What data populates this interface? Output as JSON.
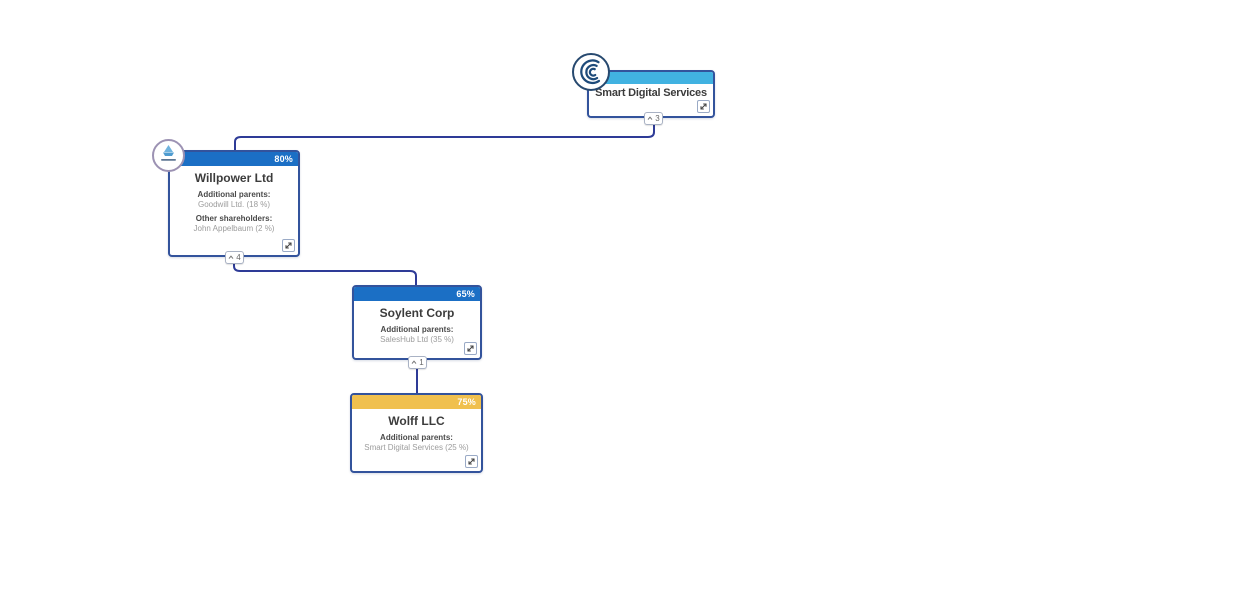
{
  "diagram": {
    "type": "ownership-structure-chart",
    "colors": {
      "header_sky_blue": "#41B2E1",
      "header_blue": "#1B6FC5",
      "header_gold": "#F0C04E",
      "node_border": "#33539C",
      "connector_line": "#2E3B97"
    },
    "icons": {
      "expand": "resize-diagonal-icon",
      "collapse": "chevron-up-icon",
      "smart_logo": "spiral-logo-icon",
      "willpower_logo": "ship-emblem-logo-icon"
    },
    "nodes": [
      {
        "title": "Smart Digital Services",
        "percent": "",
        "collapse_count": "3",
        "details": []
      },
      {
        "title": "Willpower Ltd",
        "percent": "80%",
        "collapse_count": "4",
        "details": [
          {
            "label": "Additional parents:",
            "value": "Goodwill Ltd. (18 %)"
          },
          {
            "label": "Other shareholders:",
            "value": "John Appelbaum (2 %)"
          }
        ]
      },
      {
        "title": "Soylent Corp",
        "percent": "65%",
        "collapse_count": "1",
        "details": [
          {
            "label": "Additional parents:",
            "value": "SalesHub Ltd (35 %)"
          }
        ]
      },
      {
        "title": "Wolff LLC",
        "percent": "75%",
        "details": [
          {
            "label": "Additional parents:",
            "value": "Smart Digital Services (25 %)"
          }
        ]
      }
    ]
  }
}
